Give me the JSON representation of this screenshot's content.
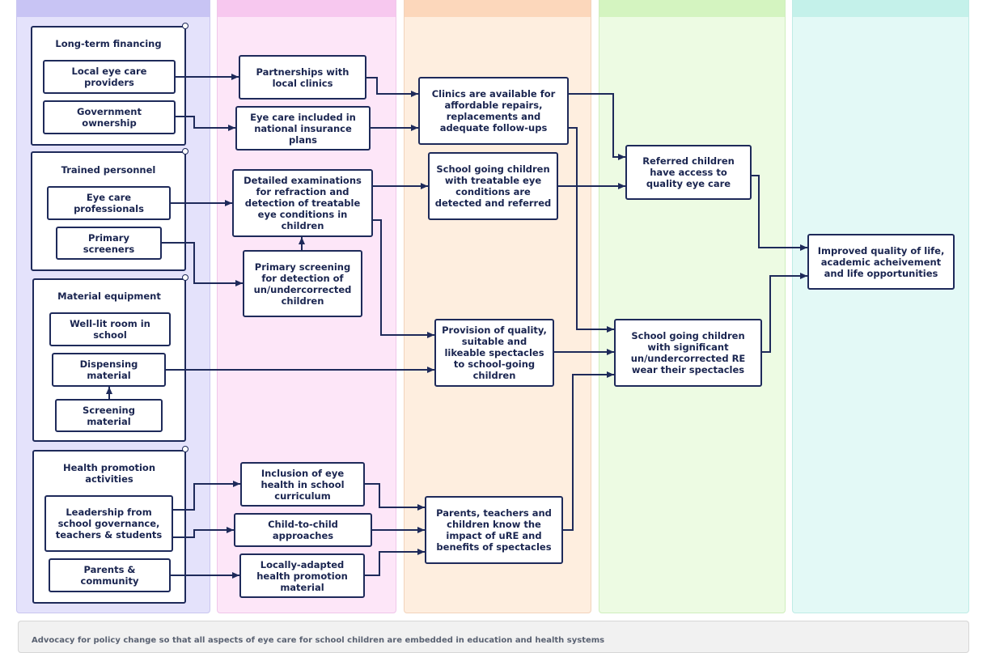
{
  "groups": {
    "financing": "Long-term financing",
    "personnel": "Trained personnel",
    "equipment": "Material equipment",
    "promotion": "Health promotion activities"
  },
  "inputs": {
    "local_providers": "Local eye care providers",
    "government": "Government ownership",
    "professionals": "Eye care professionals",
    "screeners": "Primary screeners",
    "room": "Well-lit room in school",
    "dispensing": "Dispensing material",
    "screening_material": "Screening material",
    "leadership": "Leadership from school governance, teachers & students",
    "parents": "Parents & community"
  },
  "activities": {
    "partnerships": "Partnerships with local clinics",
    "insurance": "Eye care included in national insurance plans",
    "examinations": "Detailed examinations for refraction and detection of treatable eye conditions in children",
    "primary_screening": "Primary screening for detection of un/undercorrected children",
    "curriculum": "Inclusion of eye health in school curriculum",
    "child_to_child": "Child-to-child approaches",
    "local_material": "Locally-adapted health promotion material"
  },
  "outputs": {
    "clinics": "Clinics are available for affordable repairs, replacements and adequate follow-ups",
    "detected": "School going children with treatable eye conditions are detected and referred",
    "provision": "Provision of quality, suitable and likeable spectacles to school-going children",
    "know_impact": "Parents, teachers and children know the impact of uRE and benefits of spectacles"
  },
  "outcomes": {
    "referred": "Referred children have access to quality eye care",
    "wear": "School going children with significant un/undercorrected RE wear their spectacles"
  },
  "impact": {
    "improved": "Improved quality of life, academic acheivement and life opportunities"
  },
  "footer": {
    "text": "Advocacy for policy change so that all aspects of eye care for school children are embedded in education and health systems"
  },
  "colors": {
    "column_inputs": "#e4e2fb",
    "column_activities": "#fde6f8",
    "column_outputs": "#feeedf",
    "column_outcomes": "#edfbe3",
    "column_impact": "#e3f9f6",
    "node_border": "#1e2a5a",
    "text": "#1a2550"
  }
}
